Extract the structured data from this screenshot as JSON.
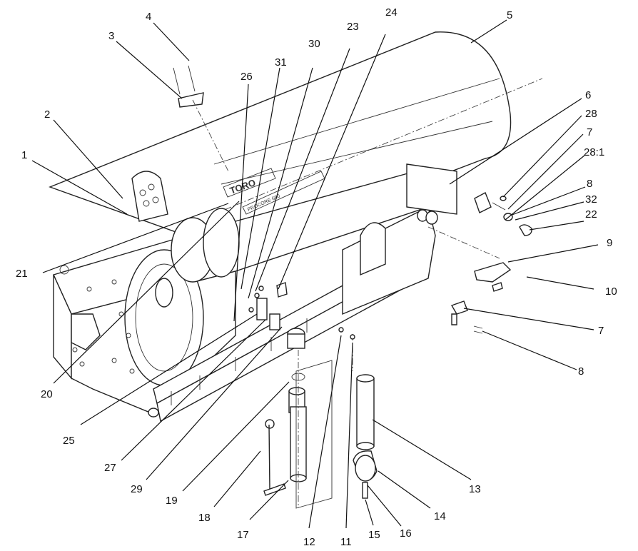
{
  "brand_decal": "TORO",
  "model_decal": "PROCORE 660",
  "callouts": [
    "1",
    "2",
    "3",
    "4",
    "5",
    "6",
    "7",
    "7",
    "8",
    "8",
    "9",
    "10",
    "11",
    "12",
    "13",
    "14",
    "15",
    "16",
    "17",
    "18",
    "19",
    "20",
    "21",
    "22",
    "23",
    "24",
    "25",
    "26",
    "27",
    "28",
    "28:1",
    "29",
    "30",
    "31",
    "32"
  ],
  "colors": {
    "line": "#111111",
    "paper": "#ffffff"
  }
}
